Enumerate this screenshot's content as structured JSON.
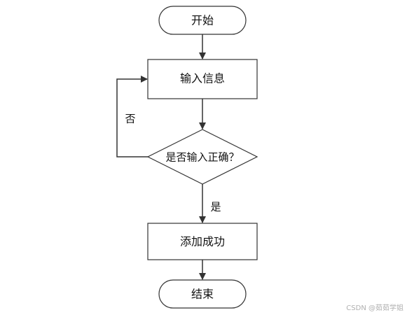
{
  "diagram": {
    "nodes": {
      "start": "开始",
      "input": "输入信息",
      "check": "是否输入正确？",
      "success": "添加成功",
      "end": "结束"
    },
    "edges": {
      "no_label": "否",
      "yes_label": "是"
    },
    "colors": {
      "line": "#333333",
      "fill": "#ffffff",
      "text": "#111111"
    }
  },
  "watermark": "CSDN @茹茹学姐"
}
